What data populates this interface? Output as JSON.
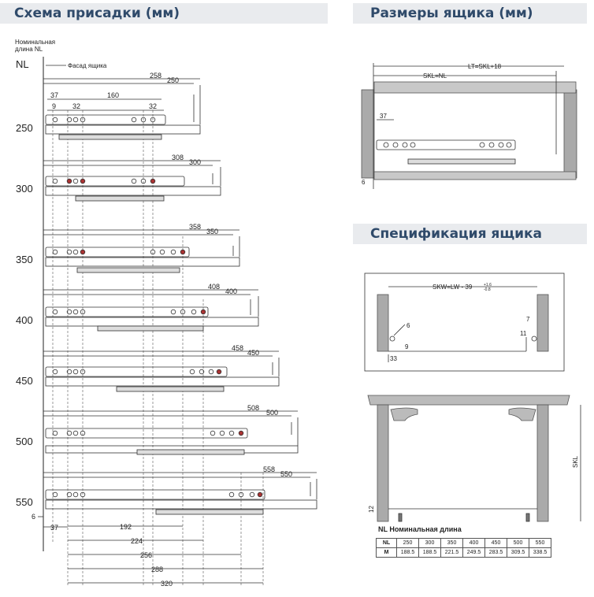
{
  "headers": {
    "left": "Схема присадки (мм)",
    "size": "Размеры ящика (мм)",
    "spec": "Спецификация ящика"
  },
  "left_diagram": {
    "nominal_label_line1": "Номинальная",
    "nominal_label_line2": "длина NL",
    "nl_label": "NL",
    "facade_label": "Фасад ящика",
    "top_dims": {
      "d37": "37",
      "d9": "9",
      "d32a": "32",
      "d160": "160",
      "d32b": "32"
    },
    "rows": [
      {
        "nl": "250",
        "outer": "258",
        "inner": "250"
      },
      {
        "nl": "300",
        "outer": "308",
        "inner": "300"
      },
      {
        "nl": "350",
        "outer": "358",
        "inner": "350"
      },
      {
        "nl": "400",
        "outer": "408",
        "inner": "400"
      },
      {
        "nl": "450",
        "outer": "458",
        "inner": "450"
      },
      {
        "nl": "500",
        "outer": "508",
        "inner": "500"
      },
      {
        "nl": "550",
        "outer": "558",
        "inner": "550"
      }
    ],
    "bottom_dims": {
      "d6": "6",
      "d37": "37",
      "d192": "192",
      "d224": "224",
      "d256": "256",
      "d288": "288",
      "d320": "320"
    }
  },
  "size_diagram": {
    "lt": "LT=SKL+18",
    "skl": "SKL=NL",
    "d37": "37",
    "d6": "6"
  },
  "spec_diagram": {
    "skw": "SKW=LW - 39",
    "tol_plus": "+1.6",
    "tol_minus": "-0.8",
    "d6": "6",
    "d7": "7",
    "d11": "11",
    "d9": "9",
    "d33": "33",
    "d12": "12",
    "skl": "SKL"
  },
  "table": {
    "title": "NL Номинальная длина",
    "row_nl_label": "NL",
    "row_m_label": "M",
    "nl_values": [
      "250",
      "300",
      "350",
      "400",
      "450",
      "500",
      "550"
    ],
    "m_values": [
      "188.5",
      "188.5",
      "221.5",
      "249.5",
      "283.5",
      "309.5",
      "338.5"
    ]
  }
}
